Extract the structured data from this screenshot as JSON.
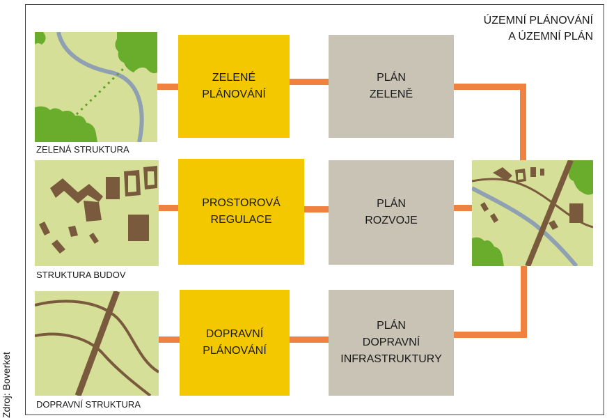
{
  "title": {
    "line1": "ÚZEMNÍ PLÁNOVÁNÍ",
    "line2": "A ÚZEMNÍ PLÁN"
  },
  "source": "Zdroj: Boverket",
  "rows": [
    {
      "caption": "ZELENÁ STRUKTURA",
      "planning": [
        "ZELENÉ",
        "PLÁNOVÁNÍ"
      ],
      "plan": [
        "PLÁN",
        "ZELENĚ"
      ]
    },
    {
      "caption": "STRUKTURA BUDOV",
      "planning": [
        "PROSTOROVÁ",
        "REGULACE"
      ],
      "plan": [
        "PLÁN",
        "ROZVOJE"
      ]
    },
    {
      "caption": "DOPRAVNÍ STRUKTURA",
      "planning": [
        "DOPRAVNÍ",
        "PLÁNOVÁNÍ"
      ],
      "plan": [
        "PLÁN",
        "DOPRAVNÍ",
        "INFRASTRUKTURY"
      ]
    }
  ],
  "colors": {
    "connector": "#ef8240",
    "planning_box": "#f3c800",
    "plan_box": "#c9c3b6",
    "map_bg": "#d6df97",
    "green_area": "#6aac2b",
    "river": "#8fa0b2",
    "building": "#7a5a3c"
  }
}
